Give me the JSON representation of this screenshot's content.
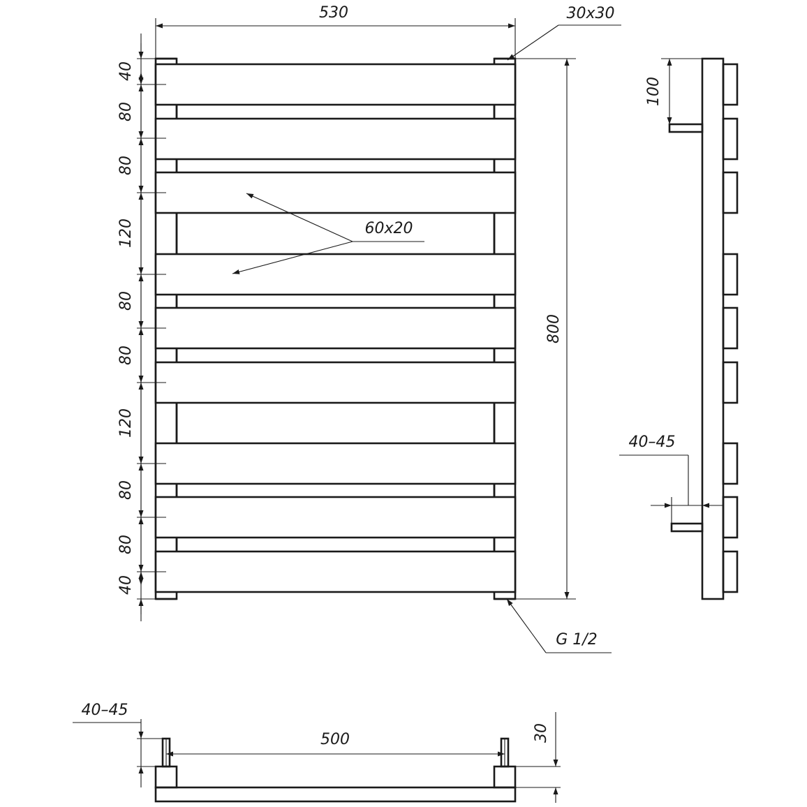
{
  "front_view": {
    "overall_width": "530",
    "collector_profile": "30x30",
    "overall_height": "800",
    "tube_profile": "60x20",
    "connection_thread": "G 1/2",
    "left_spacings": [
      "40",
      "80",
      "80",
      "120",
      "80",
      "80",
      "120",
      "80",
      "80",
      "40"
    ]
  },
  "side_view": {
    "top_offset": "100",
    "wall_distance": "40–45"
  },
  "bottom_view": {
    "wall_distance": "40–45",
    "center_distance": "500",
    "pipe_height": "30"
  },
  "colors": {
    "line": "#1a1a1a",
    "background": "#ffffff"
  }
}
